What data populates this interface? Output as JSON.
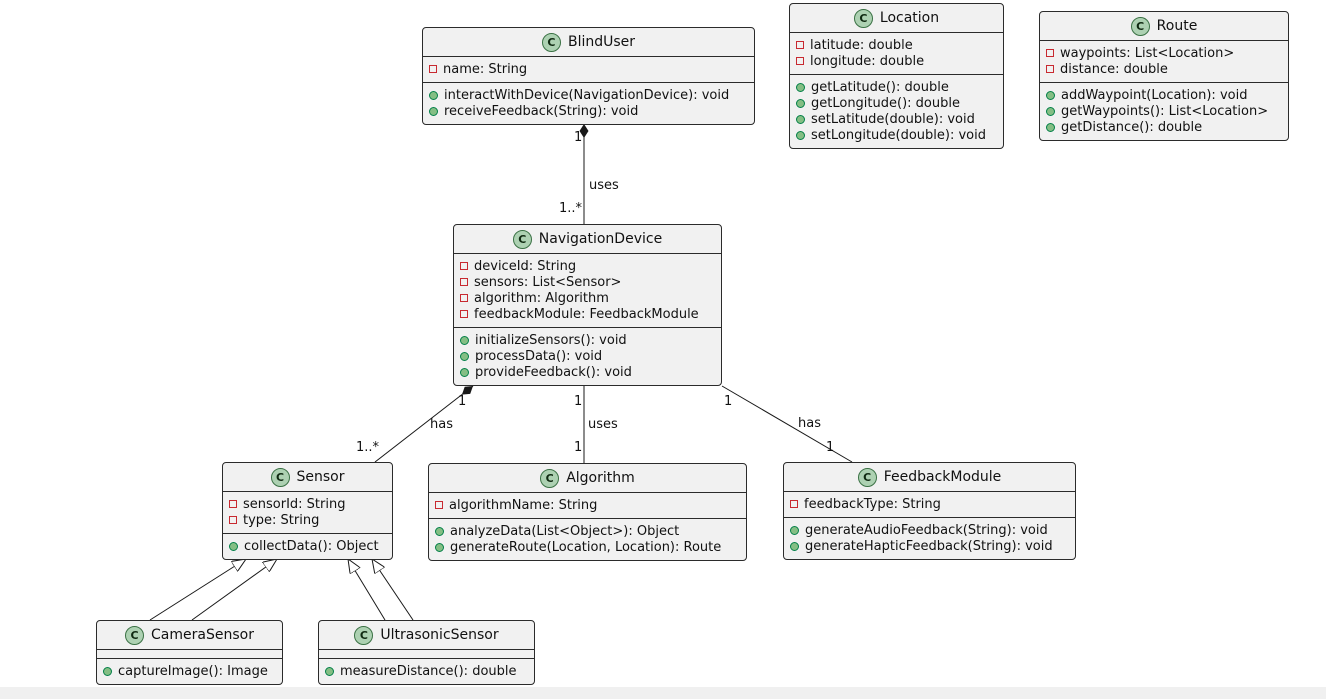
{
  "diagram_type": "uml-class-diagram",
  "colors": {
    "canvas_bg": "#ffffff",
    "class_bg": "#f1f1f1",
    "border": "#2b2b2b",
    "class_icon_bg": "#ADD1B2",
    "class_icon_border": "#3a7144",
    "field_icon": "#C82930",
    "method_icon": "#84BE84",
    "method_icon_border": "#038048",
    "text": "#111111"
  },
  "classes": [
    {
      "name": "BlindUser",
      "badge": "C",
      "attributes": [
        "name: String"
      ],
      "methods": [
        "interactWithDevice(NavigationDevice): void",
        "receiveFeedback(String): void"
      ]
    },
    {
      "name": "Location",
      "badge": "C",
      "attributes": [
        "latitude: double",
        "longitude: double"
      ],
      "methods": [
        "getLatitude(): double",
        "getLongitude(): double",
        "setLatitude(double): void",
        "setLongitude(double): void"
      ]
    },
    {
      "name": "Route",
      "badge": "C",
      "attributes": [
        "waypoints: List<Location>",
        "distance: double"
      ],
      "methods": [
        "addWaypoint(Location): void",
        "getWaypoints(): List<Location>",
        "getDistance(): double"
      ]
    },
    {
      "name": "NavigationDevice",
      "badge": "C",
      "attributes": [
        "deviceId: String",
        "sensors: List<Sensor>",
        "algorithm: Algorithm",
        "feedbackModule: FeedbackModule"
      ],
      "methods": [
        "initializeSensors(): void",
        "processData(): void",
        "provideFeedback(): void"
      ]
    },
    {
      "name": "Sensor",
      "badge": "C",
      "attributes": [
        "sensorId: String",
        "type: String"
      ],
      "methods": [
        "collectData(): Object"
      ]
    },
    {
      "name": "Algorithm",
      "badge": "C",
      "attributes": [
        "algorithmName: String"
      ],
      "methods": [
        "analyzeData(List<Object>): Object",
        "generateRoute(Location, Location): Route"
      ]
    },
    {
      "name": "FeedbackModule",
      "badge": "C",
      "attributes": [
        "feedbackType: String"
      ],
      "methods": [
        "generateAudioFeedback(String): void",
        "generateHapticFeedback(String): void"
      ]
    },
    {
      "name": "CameraSensor",
      "badge": "C",
      "attributes": [],
      "methods": [
        "captureImage(): Image"
      ]
    },
    {
      "name": "UltrasonicSensor",
      "badge": "C",
      "attributes": [],
      "methods": [
        "measureDistance(): double"
      ]
    }
  ],
  "edges": [
    {
      "from": "BlindUser",
      "to": "NavigationDevice",
      "type": "composition",
      "diamond_at": "BlindUser",
      "from_mult": "1",
      "label": "uses",
      "to_mult": "1..*"
    },
    {
      "from": "NavigationDevice",
      "to": "Sensor",
      "type": "composition",
      "diamond_at": "NavigationDevice",
      "from_mult": "1",
      "label": "has",
      "to_mult": "1..*"
    },
    {
      "from": "NavigationDevice",
      "to": "Algorithm",
      "type": "association",
      "from_mult": "1",
      "label": "uses",
      "to_mult": "1"
    },
    {
      "from": "NavigationDevice",
      "to": "FeedbackModule",
      "type": "association",
      "from_mult": "1",
      "label": "has",
      "to_mult": "1"
    },
    {
      "from": "CameraSensor",
      "to": "Sensor",
      "type": "inheritance"
    },
    {
      "from": "CameraSensor",
      "to": "Sensor",
      "type": "inheritance"
    },
    {
      "from": "UltrasonicSensor",
      "to": "Sensor",
      "type": "inheritance"
    },
    {
      "from": "UltrasonicSensor",
      "to": "Sensor",
      "type": "inheritance"
    }
  ]
}
